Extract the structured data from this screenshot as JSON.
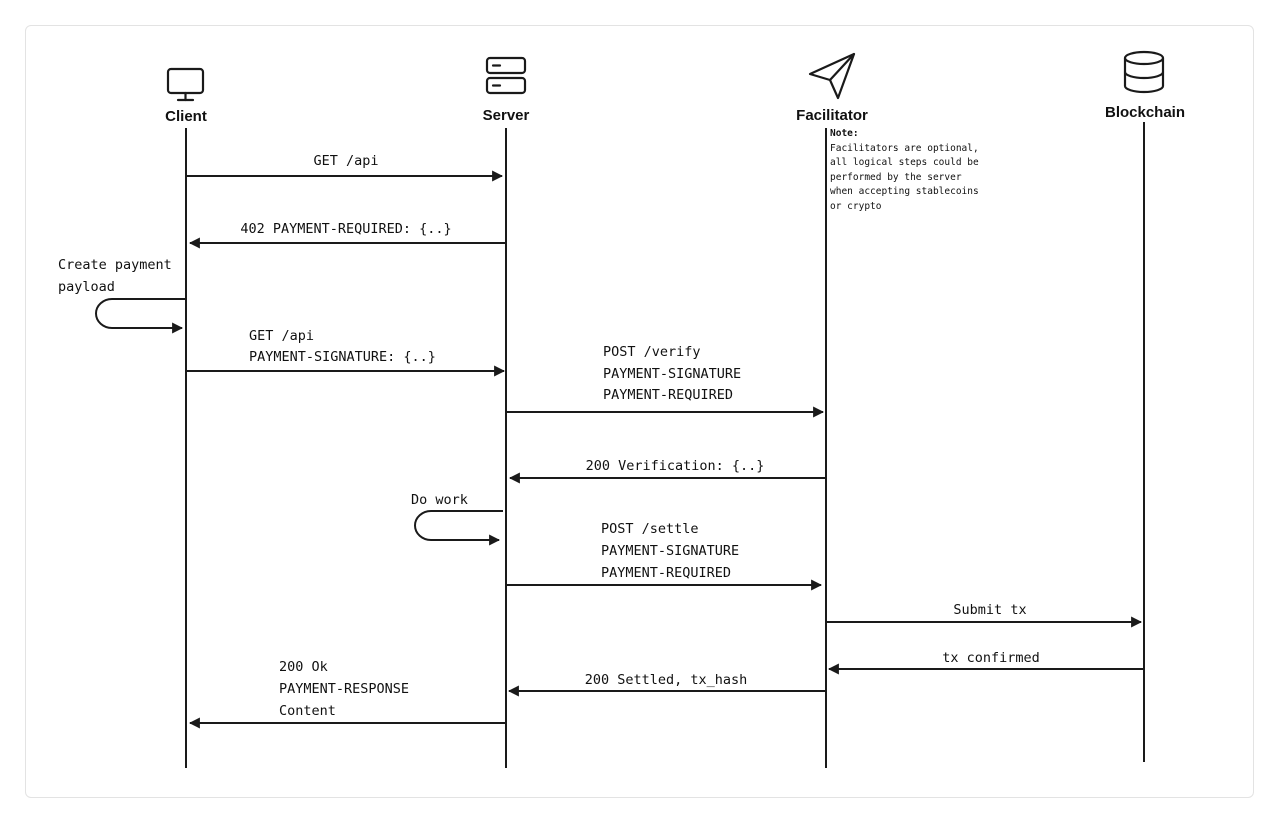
{
  "actors": [
    {
      "id": "client",
      "label": "Client",
      "icon": "monitor-icon"
    },
    {
      "id": "server",
      "label": "Server",
      "icon": "server-icon"
    },
    {
      "id": "facilitator",
      "label": "Facilitator",
      "icon": "send-icon"
    },
    {
      "id": "blockchain",
      "label": "Blockchain",
      "icon": "database-icon"
    }
  ],
  "note": {
    "title": "Note:",
    "lines": [
      "Facilitators are optional,",
      "all logical steps could be",
      "performed by the server",
      "when accepting stablecoins",
      "or crypto"
    ]
  },
  "messages": [
    {
      "from": "client",
      "to": "server",
      "lines": [
        "GET /api"
      ]
    },
    {
      "from": "server",
      "to": "client",
      "lines": [
        "402 PAYMENT-REQUIRED: {..}"
      ]
    },
    {
      "from": "client",
      "to": "client",
      "self": true,
      "lines": [
        "Create payment",
        "payload"
      ]
    },
    {
      "from": "client",
      "to": "server",
      "lines": [
        "GET /api",
        "PAYMENT-SIGNATURE: {..}"
      ]
    },
    {
      "from": "server",
      "to": "facilitator",
      "lines": [
        "POST /verify",
        "PAYMENT-SIGNATURE",
        "PAYMENT-REQUIRED"
      ]
    },
    {
      "from": "facilitator",
      "to": "server",
      "lines": [
        "200 Verification: {..}"
      ]
    },
    {
      "from": "server",
      "to": "server",
      "self": true,
      "lines": [
        "Do work"
      ]
    },
    {
      "from": "server",
      "to": "facilitator",
      "lines": [
        "POST /settle",
        "PAYMENT-SIGNATURE",
        "PAYMENT-REQUIRED"
      ]
    },
    {
      "from": "facilitator",
      "to": "blockchain",
      "lines": [
        "Submit tx"
      ]
    },
    {
      "from": "blockchain",
      "to": "facilitator",
      "lines": [
        "tx confirmed"
      ]
    },
    {
      "from": "facilitator",
      "to": "server",
      "lines": [
        "200 Settled, tx_hash"
      ]
    },
    {
      "from": "server",
      "to": "client",
      "lines": [
        "200 Ok",
        "PAYMENT-RESPONSE",
        "Content"
      ]
    }
  ]
}
